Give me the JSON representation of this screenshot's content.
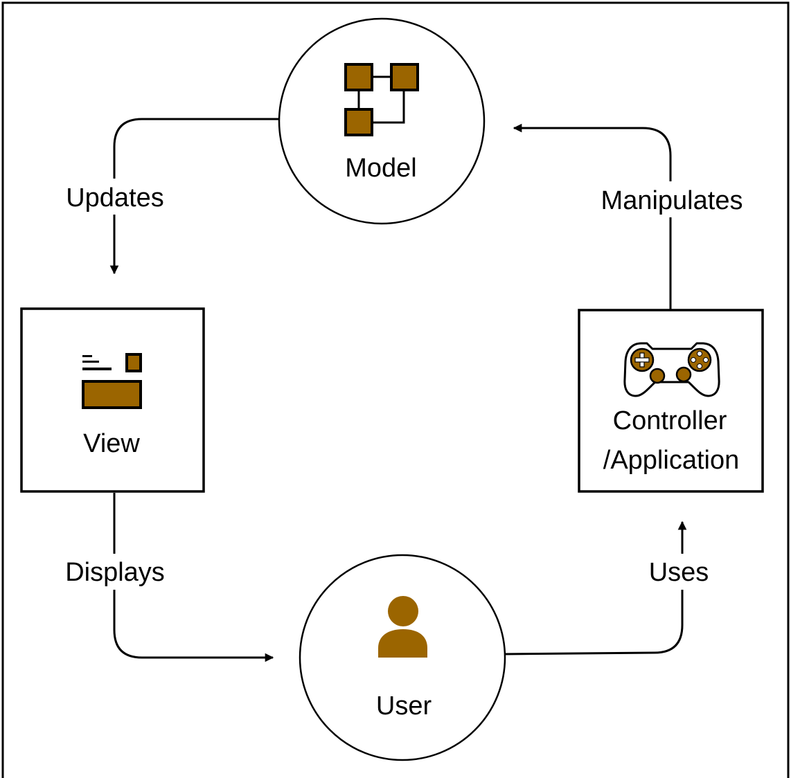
{
  "diagram": {
    "type": "cycle",
    "nodes": {
      "model": {
        "label": "Model",
        "shape": "circle",
        "icon": "model-blocks-icon"
      },
      "view": {
        "label": "View",
        "shape": "square",
        "icon": "view-window-icon"
      },
      "controller": {
        "label_line1": "Controller",
        "label_line2": "/Application",
        "shape": "square",
        "icon": "gamepad-icon"
      },
      "user": {
        "label": "User",
        "shape": "circle",
        "icon": "user-icon"
      }
    },
    "edges": [
      {
        "from": "model",
        "to": "view",
        "label": "Updates"
      },
      {
        "from": "view",
        "to": "user",
        "label": "Displays"
      },
      {
        "from": "user",
        "to": "controller",
        "label": "Uses"
      },
      {
        "from": "controller",
        "to": "model",
        "label": "Manipulates"
      }
    ],
    "colors": {
      "icon_fill": "#9B6500",
      "stroke": "#000000",
      "background": "#FFFFFF"
    }
  }
}
